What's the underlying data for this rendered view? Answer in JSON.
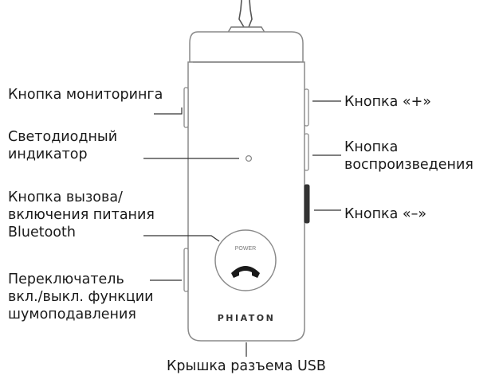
{
  "labels": {
    "monitor_button": [
      "Кнопка мониторинга"
    ],
    "led_indicator": [
      "Светодиодный",
      "индикатор"
    ],
    "power_button": [
      "Кнопка вызова/",
      "включения питания",
      "Bluetooth"
    ],
    "nc_switch": [
      "Переключатель",
      "вкл./выкл. функции",
      "шумоподавления"
    ],
    "plus_button": [
      "Кнопка «+»"
    ],
    "play_button": [
      "Кнопка",
      "воспроизведения"
    ],
    "minus_button": [
      "Кнопка «–»"
    ],
    "usb_cover": [
      "Крышка разъема USB"
    ]
  },
  "device": {
    "brand": "PHIATON",
    "power_button_text": "POWER",
    "phone_icon": "phone-handset-icon"
  },
  "colors": {
    "stroke": "#8a8a8a",
    "text": "#1a1a1a",
    "body_fill": "#ffffff",
    "cable": "#555555"
  }
}
